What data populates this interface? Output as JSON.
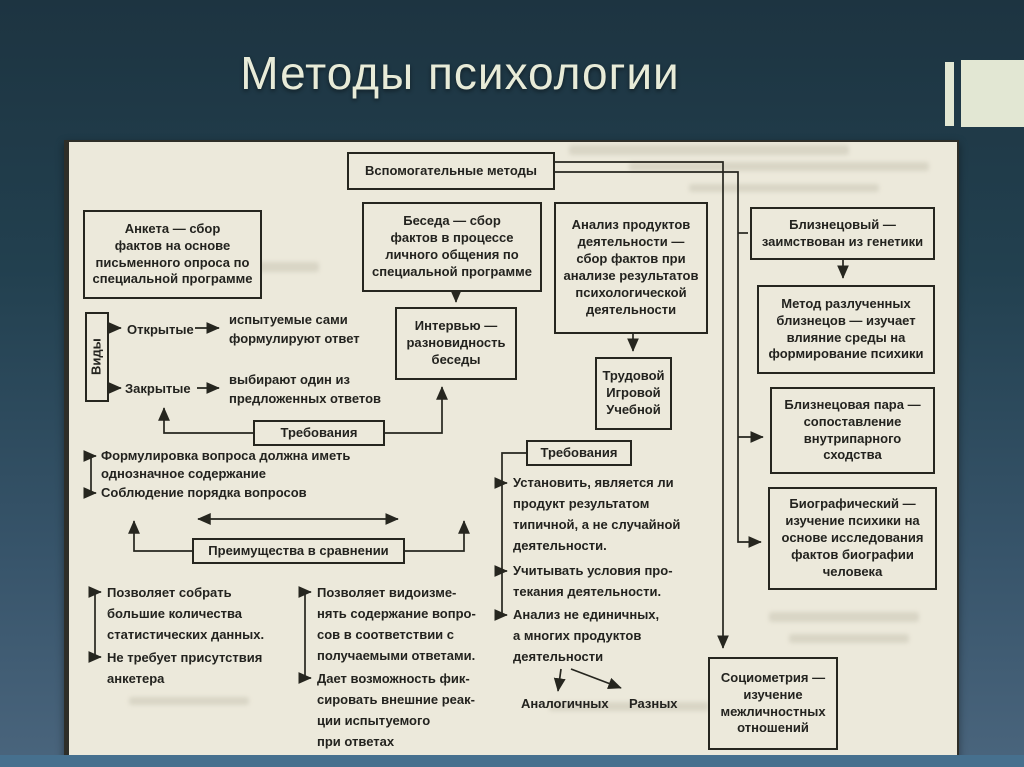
{
  "slide": {
    "title": "Методы психологии",
    "accent_color": "#e2e7d3",
    "background_top": "#1d3441",
    "background_bottom": "#4a657d",
    "footer_color": "#46708e",
    "paper_color": "#ece9db",
    "ink_color": "#26261f"
  },
  "diagram": {
    "aux_methods": "Вспомогательные методы",
    "anketa": "Анкета — сбор\nфактов на основе\nписьменного опроса по\nспециальной программе",
    "beseda": "Беседа — сбор\nфактов в процессе\nличного общения по\nспециальной программе",
    "analiz": "Анализ продуктов\nдеятельности —\nсбор фактов при\nанализе результатов\nпсихологической\nдеятельности",
    "bliznecovy": "Близнецовый —\nзаимствован из генетики",
    "vidy": "Виды",
    "otkrytye": "Открытые",
    "otkrytye_desc": "испытуемые сами\nформулируют ответ",
    "zakrytye": "Закрытые",
    "zakrytye_desc": "выбирают один из\nпредложенных ответов",
    "intervju": "Интервью —\nразновидность\nбеседы",
    "trudovoj": "Трудовой\nИгровой\nУчебной",
    "metod_razluchennyh": "Метод разлученных\nблизнецов — изучает\nвлияние среды на\nформирование психики",
    "trebovaniya_left": "Требования",
    "trebovaniya_mid": "Требования",
    "bliznecovaya_para": "Близнецовая пара —\nсопоставление\nвнутрипарного\nсходства",
    "biografichesky": "Биографический —\nизучение психики на\nоснове исследования\nфактов биографии\nчеловека",
    "preimushchestva": "Преимущества в сравнении",
    "sociometriya": "Социометрия —\nизучение\nмежличностных\nотношений",
    "req_anketa_items": [
      "Формулировка вопроса должна иметь\nоднозначное содержание",
      "Соблюдение порядка вопросов"
    ],
    "adv_anketa_items": [
      "Позволяет собрать\nбольшие количества\nстатистических данных.",
      "Не требует присутствия\nанкетера"
    ],
    "adv_beseda_items": [
      "Позволяет видоизме-\nнять содержание вопро-\nсов в соответствии с\nполучаемыми ответами.",
      "Дает возможность фик-\nсировать внешние реак-\nции испытуемого\nпри ответах"
    ],
    "req_products_items": [
      "Установить, является ли\nпродукт результатом\nтипичной, а не случайной\nдеятельности.",
      "Учитывать условия про-\nтекания деятельности.",
      "Анализ не единичных,\nа многих продуктов\nдеятельности"
    ],
    "analogichnyh": "Аналогичных",
    "raznyh": "Разных"
  }
}
